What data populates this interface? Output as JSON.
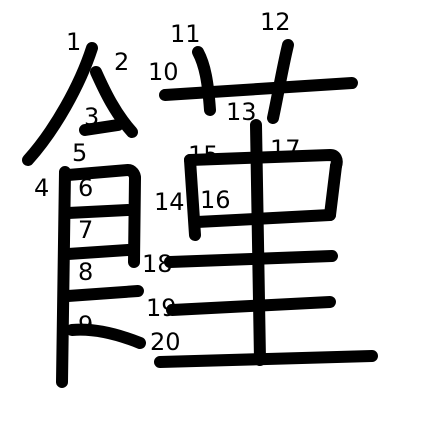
{
  "stroke_order": {
    "labels": [
      "1",
      "2",
      "3",
      "4",
      "5",
      "6",
      "7",
      "8",
      "9",
      "10",
      "11",
      "12",
      "13",
      "14",
      "15",
      "16",
      "17",
      "18",
      "19",
      "20"
    ],
    "ink_color": "#000000",
    "background_color": "#ffffff"
  }
}
